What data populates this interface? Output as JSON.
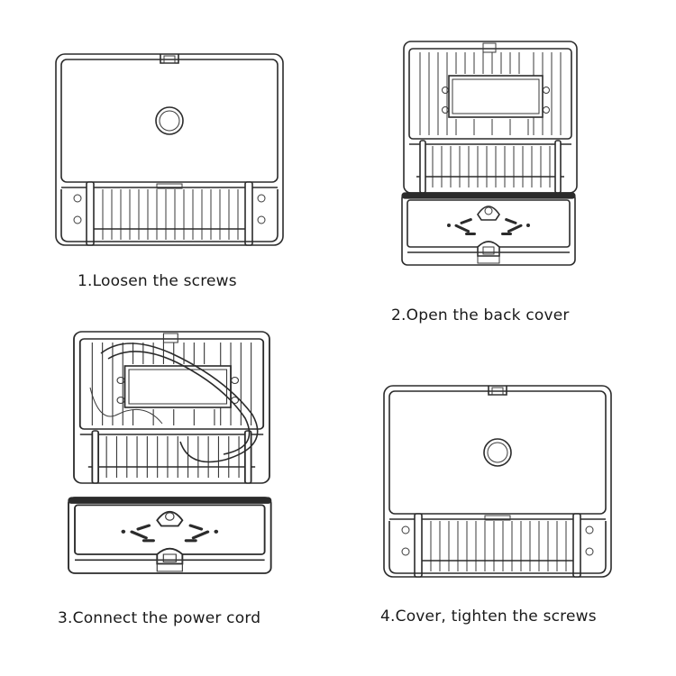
{
  "steps": [
    {
      "caption": "1.Loosen the screws",
      "illustration": "floodlight-back-closed"
    },
    {
      "caption": "2.Open the back cover",
      "illustration": "floodlight-back-open"
    },
    {
      "caption": "3.Connect the power cord",
      "illustration": "floodlight-wired"
    },
    {
      "caption": "4.Cover, tighten the screws",
      "illustration": "floodlight-back-closed"
    }
  ]
}
